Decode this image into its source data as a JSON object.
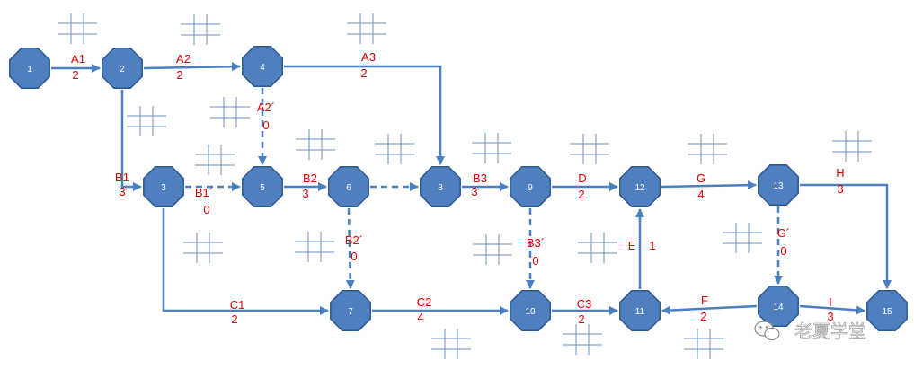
{
  "colors": {
    "node_fill": "#4f7fbf",
    "node_stroke": "#2e5a92",
    "arrow": "#4a7fc1",
    "label": "#e00000",
    "hash": "#6b8fb8"
  },
  "nodes": [
    {
      "id": "n1",
      "label": "1"
    },
    {
      "id": "n2",
      "label": "2"
    },
    {
      "id": "n3",
      "label": "3"
    },
    {
      "id": "n4",
      "label": "4"
    },
    {
      "id": "n5",
      "label": "5"
    },
    {
      "id": "n6",
      "label": "6"
    },
    {
      "id": "n7",
      "label": "7"
    },
    {
      "id": "n8",
      "label": "8"
    },
    {
      "id": "n9",
      "label": "9"
    },
    {
      "id": "n10",
      "label": "10"
    },
    {
      "id": "n11",
      "label": "11"
    },
    {
      "id": "n12",
      "label": "12"
    },
    {
      "id": "n13",
      "label": "13"
    },
    {
      "id": "n14",
      "label": "14"
    },
    {
      "id": "n15",
      "label": "15"
    }
  ],
  "activities": [
    {
      "name": "A1",
      "duration": "2",
      "dummy": false
    },
    {
      "name": "A2",
      "duration": "2",
      "dummy": false
    },
    {
      "name": "A3",
      "duration": "2",
      "dummy": false
    },
    {
      "name": "A2´",
      "duration": "0",
      "dummy": true
    },
    {
      "name": "B1",
      "duration": "3",
      "dummy": false
    },
    {
      "name": "B1´",
      "duration": "0",
      "dummy": true
    },
    {
      "name": "B2",
      "duration": "3",
      "dummy": false
    },
    {
      "name": "",
      "duration": "",
      "dummy": true
    },
    {
      "name": "B2´",
      "duration": "0",
      "dummy": true
    },
    {
      "name": "B3",
      "duration": "3",
      "dummy": false
    },
    {
      "name": "B3´",
      "duration": "0",
      "dummy": true
    },
    {
      "name": "D",
      "duration": "2",
      "dummy": false
    },
    {
      "name": "G",
      "duration": "4",
      "dummy": false
    },
    {
      "name": "H",
      "duration": "3",
      "dummy": false
    },
    {
      "name": "G´",
      "duration": "0",
      "dummy": true
    },
    {
      "name": "C1",
      "duration": "2",
      "dummy": false
    },
    {
      "name": "C2",
      "duration": "4",
      "dummy": false
    },
    {
      "name": "C3",
      "duration": "2",
      "dummy": false
    },
    {
      "name": "E",
      "duration": "1",
      "dummy": false
    },
    {
      "name": "F",
      "duration": "2",
      "dummy": false
    },
    {
      "name": "I",
      "duration": "3",
      "dummy": false
    }
  ],
  "watermark": {
    "text": "老夏学堂",
    "icon": "wechat-icon"
  }
}
